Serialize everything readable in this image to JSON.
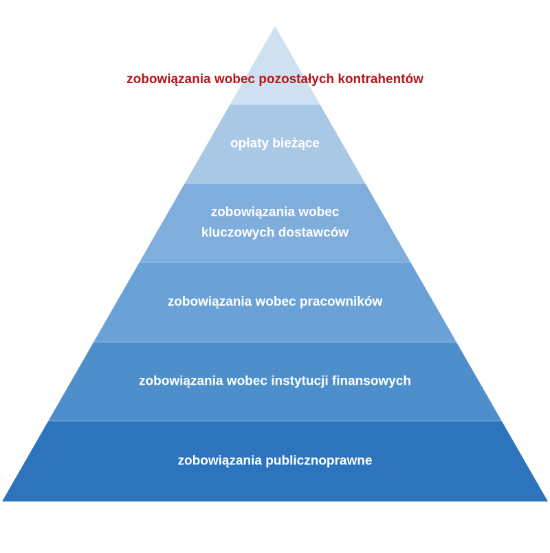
{
  "pyramid": {
    "levels": [
      {
        "lines": [
          "zobowiązania wobec pozostałych kontrahentów"
        ],
        "fill": "#cfe0f1",
        "text_color": "#b5141b"
      },
      {
        "lines": [
          "opłaty bieżące"
        ],
        "fill": "#a9c8e6",
        "text_color": "#ffffff"
      },
      {
        "lines": [
          "zobowiązania wobec",
          "kluczowych dostawców"
        ],
        "fill": "#7faedc",
        "text_color": "#ffffff"
      },
      {
        "lines": [
          "zobowiązania wobec pracowników"
        ],
        "fill": "#6aa1d6",
        "text_color": "#ffffff"
      },
      {
        "lines": [
          "zobowiązania wobec instytucji finansowych"
        ],
        "fill": "#4e8fcb",
        "text_color": "#ffffff"
      },
      {
        "lines": [
          "zobowiązania publicznoprawne"
        ],
        "fill": "#2d74bd",
        "text_color": "#ffffff"
      }
    ]
  }
}
